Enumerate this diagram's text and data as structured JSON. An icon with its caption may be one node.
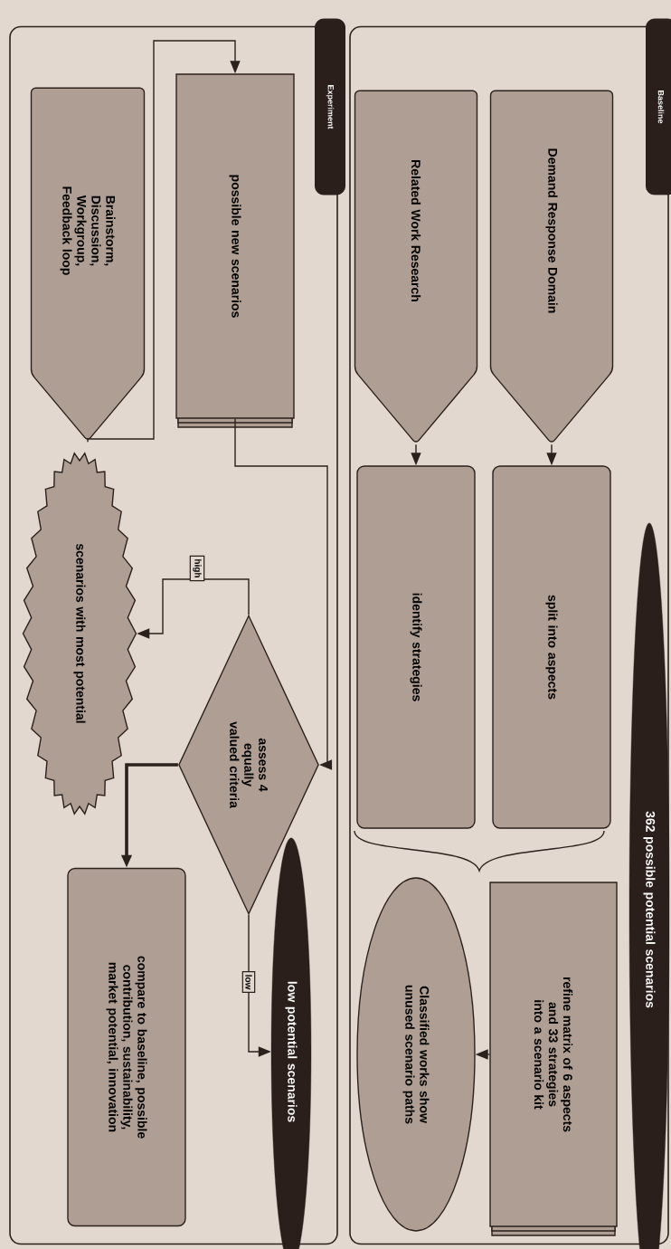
{
  "diagram": {
    "nodes": [
      {
        "text": [
          "Baseline"
        ]
      },
      {
        "text": [
          "Demand Response Domain"
        ],
        "in": 0
      },
      {
        "text": [
          "Related Work Research"
        ],
        "in": 0
      },
      {
        "text": [
          "split into aspects"
        ],
        "in": 0
      },
      {
        "text": [
          "identify strategies"
        ],
        "in": 0
      },
      {
        "text": [
          "362 possible potential scenarios"
        ],
        "in": 0
      },
      {
        "text": [
          "refine matrix of 6 aspects and 33 strategies into a scenario kit"
        ],
        "in": 0
      },
      {
        "text": [
          "Classified works show unused scenario paths"
        ],
        "in": 0
      },
      {
        "text": [
          "Experiment"
        ]
      },
      {
        "text": [
          "possible new scenarios"
        ],
        "in": 8
      },
      {
        "text": [
          "Brainstorm, Discussion, Workgroup, Feedback loop"
        ],
        "in": 8
      },
      {
        "text": [
          "assess 4 equally valued criteria"
        ],
        "in": 8
      },
      {
        "text": [
          "scenarios with most potential"
        ],
        "in": 8
      },
      {
        "text": [
          "low potential scenarios"
        ],
        "in": 8
      },
      {
        "text": [
          "compare to baseline, possible contribution, sustainability, market potential, innovation"
        ],
        "in": 8
      }
    ],
    "edges": [
      {
        "from": 1,
        "to": 3,
        "arrow": "to"
      },
      {
        "from": 2,
        "to": 4,
        "arrow": "to"
      },
      {
        "from": 6,
        "to": 7,
        "arrow": "to"
      },
      {
        "from": 10,
        "to": 9,
        "arrow": "to"
      },
      {
        "from": 9,
        "to": 11,
        "arrow": "to"
      },
      {
        "from": 11,
        "to": 12,
        "arrow": "to",
        "label": "high"
      },
      {
        "from": 11,
        "to": 13,
        "arrow": "to",
        "label": "low"
      },
      {
        "from": 11,
        "to": 14,
        "arrow": "to",
        "style": "thick"
      }
    ]
  }
}
